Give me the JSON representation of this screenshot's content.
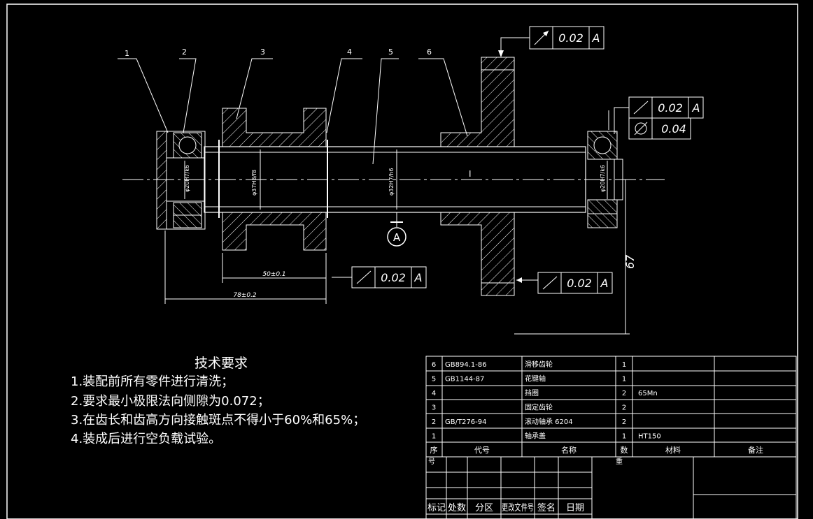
{
  "callouts": [
    "1",
    "2",
    "3",
    "4",
    "5",
    "6"
  ],
  "tolerance_frames": [
    {
      "symbol": "runout",
      "value": "0.02",
      "datum": "A"
    },
    {
      "symbol": "runout",
      "value": "0.02",
      "datum": "A"
    },
    {
      "symbol": "cylindricity",
      "value": "0.04",
      "datum": ""
    },
    {
      "symbol": "runout",
      "value": "0.02",
      "datum": "A"
    },
    {
      "symbol": "runout",
      "value": "0.02",
      "datum": "A"
    }
  ],
  "datum_label": "A",
  "dimensions": {
    "d1": "50±0.1",
    "d2": "78±0.2",
    "d3": "67",
    "dia_left": "φ20H7/k6",
    "dia_mid": "φ37H8/f8",
    "dia_center": "φ32H7/h6",
    "dia_right": "φ20H7/k6"
  },
  "center_mark": "I",
  "requirements": {
    "title": "技术要求",
    "items": [
      "1.装配前所有零件进行清洗；",
      "2.要求最小极限法向侧隙为0.072；",
      "3.在齿长和齿高方向接触斑点不得小于60%和65%；",
      "4.装成后进行空负载试验。"
    ]
  },
  "parts_list": {
    "rows": [
      {
        "no": "6",
        "code": "GB894.1-86",
        "name": "滑移齿轮",
        "qty": "1",
        "material": "",
        "note": ""
      },
      {
        "no": "5",
        "code": "GB1144-87",
        "name": "花键轴",
        "qty": "1",
        "material": "",
        "note": ""
      },
      {
        "no": "4",
        "code": "",
        "name": "挡圈",
        "qty": "2",
        "material": "65Mn",
        "note": ""
      },
      {
        "no": "3",
        "code": "",
        "name": "固定齿轮",
        "qty": "2",
        "material": "",
        "note": ""
      },
      {
        "no": "2",
        "code": "GB/T276-94",
        "name": "滚动轴承 6204",
        "qty": "2",
        "material": "",
        "note": ""
      },
      {
        "no": "1",
        "code": "",
        "name": "轴承盖",
        "qty": "1",
        "material": "HT150",
        "note": ""
      }
    ],
    "header": {
      "no": "序",
      "code": "代号",
      "name": "名称",
      "qty": "数",
      "material": "材料",
      "note": "备注"
    }
  },
  "title_block": {
    "col_labels": [
      "标记",
      "处数",
      "分区",
      "更改文件号",
      "签名",
      "日期"
    ],
    "seq_label": "号",
    "weight_label": "重"
  },
  "colors": {
    "background": "#000000",
    "lines": "#ffffff"
  }
}
